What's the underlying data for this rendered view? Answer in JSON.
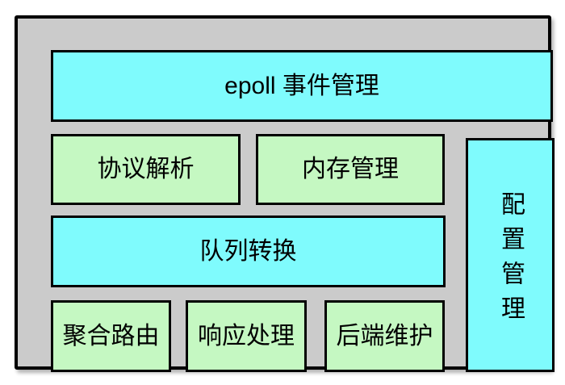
{
  "colors": {
    "cyan": "#7FFBFD",
    "green": "#C5F8C2",
    "frame_bg": "#CBCBCB",
    "border": "#000000"
  },
  "diagram": {
    "boxes": {
      "epoll": {
        "label": "epoll 事件管理"
      },
      "protocol": {
        "label": "协议解析"
      },
      "memory": {
        "label": "内存管理"
      },
      "queue": {
        "label": "队列转换"
      },
      "aggregate": {
        "label": "聚合路由"
      },
      "response": {
        "label": "响应处理"
      },
      "backend": {
        "label": "后端维护"
      },
      "config": {
        "label": "配置管理"
      }
    }
  }
}
